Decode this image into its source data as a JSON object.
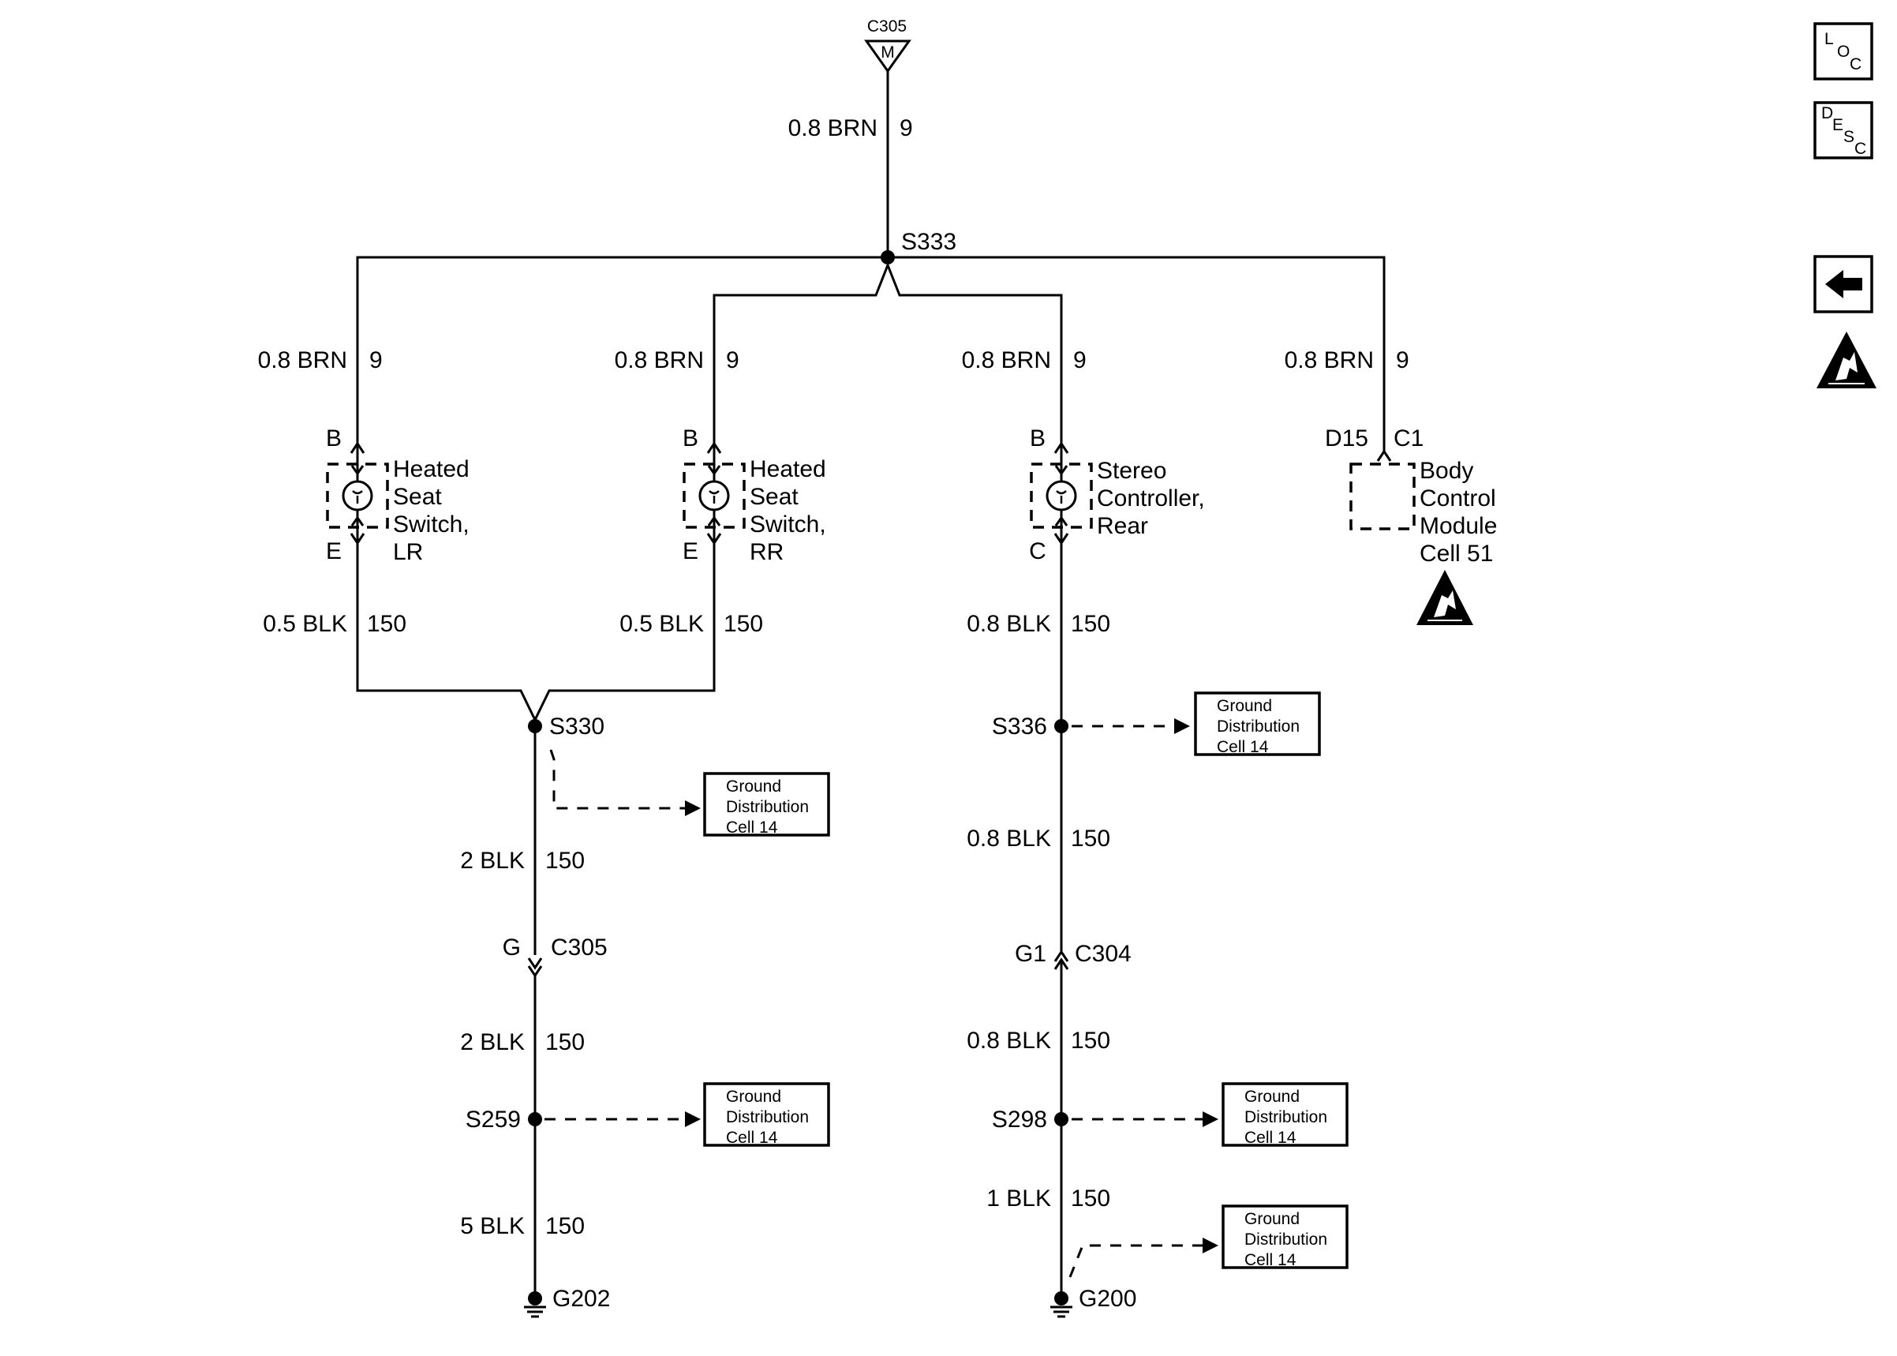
{
  "top": {
    "connector": "C305",
    "pin": "M"
  },
  "splices": {
    "top": "S333",
    "mid_left": "S330",
    "mid_right": "S336",
    "low_left": "S259",
    "low_right": "S298"
  },
  "wires": {
    "top": {
      "gauge": "0.8 BRN",
      "circuit": "9"
    },
    "b1": {
      "gauge": "0.8 BRN",
      "circuit": "9"
    },
    "b2": {
      "gauge": "0.8 BRN",
      "circuit": "9"
    },
    "b3": {
      "gauge": "0.8 BRN",
      "circuit": "9"
    },
    "b4": {
      "gauge": "0.8 BRN",
      "circuit": "9"
    },
    "g1": {
      "gauge": "0.5 BLK",
      "circuit": "150"
    },
    "g2": {
      "gauge": "0.5 BLK",
      "circuit": "150"
    },
    "g3": {
      "gauge": "0.8 BLK",
      "circuit": "150"
    },
    "l1": {
      "gauge": "2 BLK",
      "circuit": "150"
    },
    "l2": {
      "gauge": "2 BLK",
      "circuit": "150"
    },
    "l3": {
      "gauge": "5 BLK",
      "circuit": "150"
    },
    "r1": {
      "gauge": "0.8 BLK",
      "circuit": "150"
    },
    "r2": {
      "gauge": "0.8 BLK",
      "circuit": "150"
    },
    "r3": {
      "gauge": "1 BLK",
      "circuit": "150"
    }
  },
  "components": {
    "lr": {
      "pin_top": "B",
      "pin_bottom": "E",
      "lines": [
        "Heated",
        "Seat",
        "Switch,",
        "LR"
      ]
    },
    "rr": {
      "pin_top": "B",
      "pin_bottom": "E",
      "lines": [
        "Heated",
        "Seat",
        "Switch,",
        "RR"
      ]
    },
    "stereo": {
      "pin_top": "B",
      "pin_bottom": "C",
      "lines": [
        "Stereo",
        "Controller,",
        "Rear"
      ]
    },
    "bcm": {
      "pin": "D15",
      "connector": "C1",
      "lines": [
        "Body",
        "Control",
        "Module",
        "Cell 51"
      ]
    }
  },
  "inline_connectors": {
    "left": {
      "pin": "G",
      "connector": "C305"
    },
    "right": {
      "pin": "G1",
      "connector": "C304"
    }
  },
  "grounds": {
    "left": "G202",
    "right": "G200"
  },
  "refs": {
    "r1": [
      "Ground",
      "Distribution",
      "Cell 14"
    ],
    "r2": [
      "Ground",
      "Distribution",
      "Cell 14"
    ],
    "r3": [
      "Ground",
      "Distribution",
      "Cell 14"
    ],
    "r4": [
      "Ground",
      "Distribution",
      "Cell 14"
    ],
    "r5": [
      "Ground",
      "Distribution",
      "Cell 14"
    ]
  },
  "sidebar": {
    "loc": [
      "L",
      "O",
      "C"
    ],
    "desc": [
      "D",
      "E",
      "S",
      "C"
    ],
    "icons": [
      "back-arrow-icon",
      "esd-warning-icon"
    ]
  }
}
